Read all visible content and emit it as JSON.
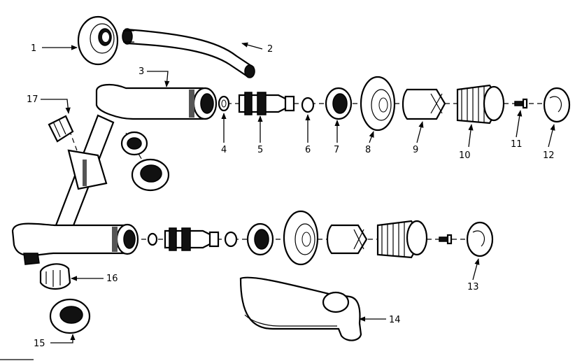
{
  "callouts": {
    "p1": "1",
    "p2": "2",
    "p3": "3",
    "p4": "4",
    "p5": "5",
    "p6": "6",
    "p7": "7",
    "p8": "8",
    "p9": "9",
    "p10": "10",
    "p11": "11",
    "p12": "12",
    "p13": "13",
    "p14": "14",
    "p15": "15",
    "p16": "16",
    "p17": "17"
  }
}
